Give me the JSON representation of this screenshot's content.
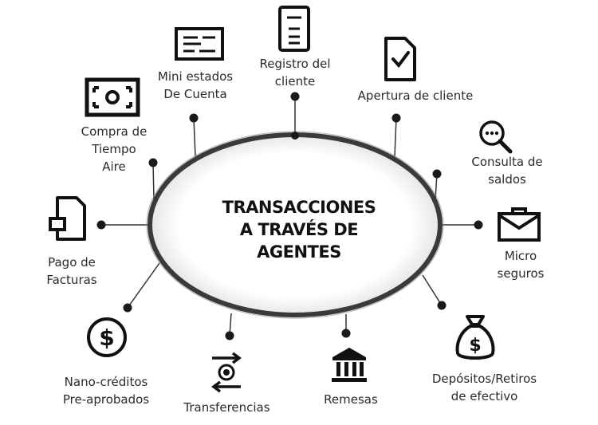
{
  "diagram": {
    "center_title": "TRANSACCIONES\nA TRAVÉS DE\nAGENTES",
    "items": [
      {
        "id": "registro",
        "label": "Registro del\ncliente",
        "icon": "document-list-icon"
      },
      {
        "id": "mini-estados",
        "label": "Mini estados\nDe Cuenta",
        "icon": "statement-card-icon"
      },
      {
        "id": "apertura",
        "label": "Apertura de cliente",
        "icon": "document-check-icon"
      },
      {
        "id": "compra-tiempo",
        "label": "Compra de\nTiempo\nAire",
        "icon": "banknote-icon"
      },
      {
        "id": "consulta-saldos",
        "label": "Consulta de\nsaldos",
        "icon": "magnifier-icon"
      },
      {
        "id": "pago-facturas",
        "label": "Pago de\nFacturas",
        "icon": "invoice-icon"
      },
      {
        "id": "micro-seguros",
        "label": "Micro\nseguros",
        "icon": "briefcase-icon"
      },
      {
        "id": "nano-creditos",
        "label": "Nano-créditos\nPre-aprobados",
        "icon": "dollar-coin-icon"
      },
      {
        "id": "transferencias",
        "label": "Transferencias",
        "icon": "transfer-arrows-icon"
      },
      {
        "id": "remesas",
        "label": "Remesas",
        "icon": "bank-icon"
      },
      {
        "id": "depositos",
        "label": "Depósitos/Retiros\nde efectivo",
        "icon": "money-bag-icon"
      }
    ]
  }
}
